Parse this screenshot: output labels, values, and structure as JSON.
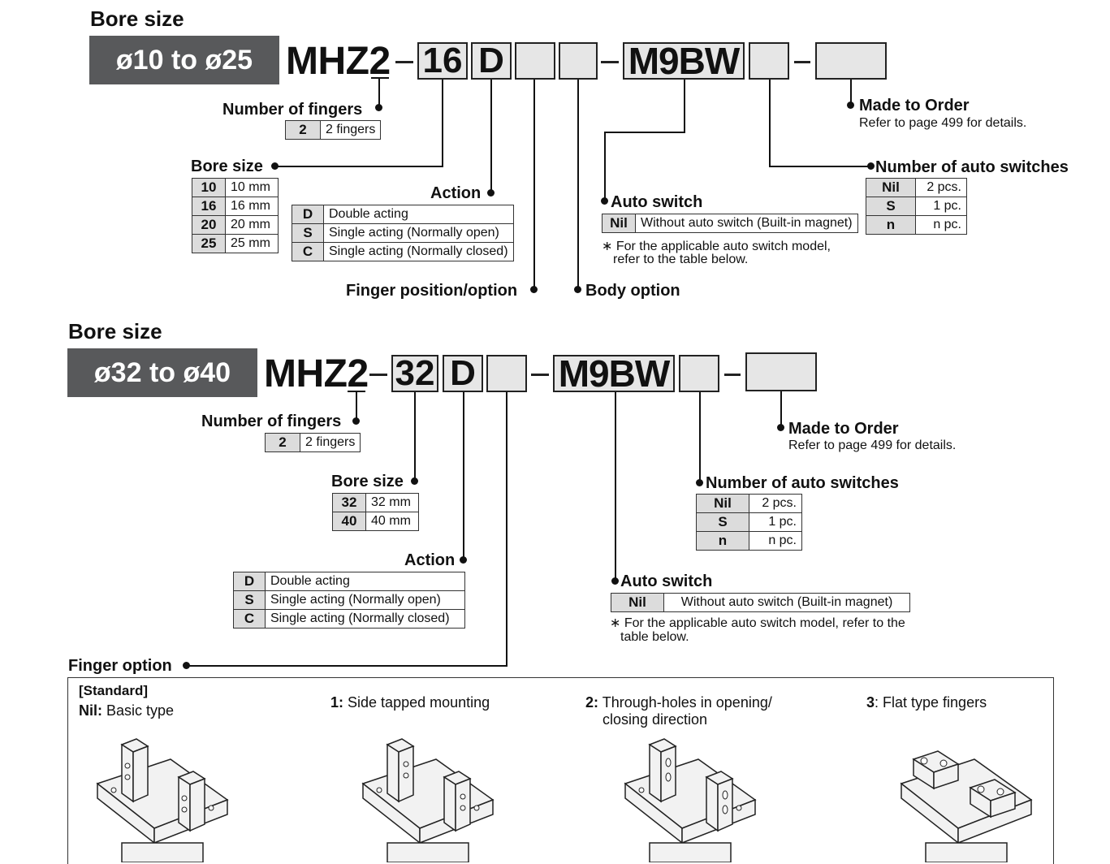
{
  "section1": {
    "heading": "Bore size",
    "range": "ø10 to ø25",
    "prefix": "MHZ2",
    "code_bore": "16",
    "code_action": "D",
    "code_switch": "M9BW",
    "fingers": {
      "label": "Number of fingers",
      "rows": [
        {
          "key": "2",
          "value": "2 fingers"
        }
      ]
    },
    "bore": {
      "label": "Bore size",
      "rows": [
        {
          "key": "10",
          "value": "10 mm"
        },
        {
          "key": "16",
          "value": "16 mm"
        },
        {
          "key": "20",
          "value": "20 mm"
        },
        {
          "key": "25",
          "value": "25 mm"
        }
      ]
    },
    "action": {
      "label": "Action",
      "rows": [
        {
          "key": "D",
          "value": "Double acting"
        },
        {
          "key": "S",
          "value": "Single acting (Normally open)"
        },
        {
          "key": "C",
          "value": "Single acting (Normally closed)"
        }
      ]
    },
    "finger_position_label": "Finger position/option",
    "body_option_label": "Body option",
    "auto_switch": {
      "label": "Auto switch",
      "rows": [
        {
          "key": "Nil",
          "value": "Without auto switch (Built-in magnet)"
        }
      ],
      "note_line1": "∗ For the applicable auto switch model,",
      "note_line2": "refer to the table below."
    },
    "num_switches": {
      "label": "Number of auto switches",
      "rows": [
        {
          "key": "Nil",
          "value": "2 pcs."
        },
        {
          "key": "S",
          "value": "1 pc."
        },
        {
          "key": "n",
          "value": "n pc."
        }
      ]
    },
    "made_to_order": {
      "label": "Made to Order",
      "note": "Refer to page 499 for details."
    }
  },
  "section2": {
    "heading": "Bore size",
    "range": "ø32 to ø40",
    "prefix": "MHZ2",
    "code_bore": "32",
    "code_action": "D",
    "code_switch": "M9BW",
    "fingers": {
      "label": "Number of fingers",
      "rows": [
        {
          "key": "2",
          "value": "2 fingers"
        }
      ]
    },
    "bore": {
      "label": "Bore size",
      "rows": [
        {
          "key": "32",
          "value": "32 mm"
        },
        {
          "key": "40",
          "value": "40 mm"
        }
      ]
    },
    "action": {
      "label": "Action",
      "rows": [
        {
          "key": "D",
          "value": "Double acting"
        },
        {
          "key": "S",
          "value": "Single acting (Normally open)"
        },
        {
          "key": "C",
          "value": "Single acting (Normally closed)"
        }
      ]
    },
    "auto_switch": {
      "label": "Auto switch",
      "rows": [
        {
          "key": "Nil",
          "value": "Without auto switch (Built-in magnet)"
        }
      ],
      "note_line1": "∗ For the applicable auto switch model, refer to the",
      "note_line2": "table below."
    },
    "num_switches": {
      "label": "Number of auto switches",
      "rows": [
        {
          "key": "Nil",
          "value": "2 pcs."
        },
        {
          "key": "S",
          "value": "1 pc."
        },
        {
          "key": "n",
          "value": "n pc."
        }
      ]
    },
    "made_to_order": {
      "label": "Made to Order",
      "note": "Refer to page 499 for details."
    }
  },
  "finger_option": {
    "label": "Finger option",
    "options": [
      {
        "tag": "[Standard]",
        "code": "Nil:",
        "desc": "Basic type",
        "desc2": ""
      },
      {
        "tag": "",
        "code": "1:",
        "desc": "Side tapped mounting",
        "desc2": ""
      },
      {
        "tag": "",
        "code": "2:",
        "desc": "Through-holes in opening/",
        "desc2": "closing direction"
      },
      {
        "tag": "",
        "code": "3",
        "desc": ": Flat type fingers",
        "desc2": ""
      }
    ]
  }
}
